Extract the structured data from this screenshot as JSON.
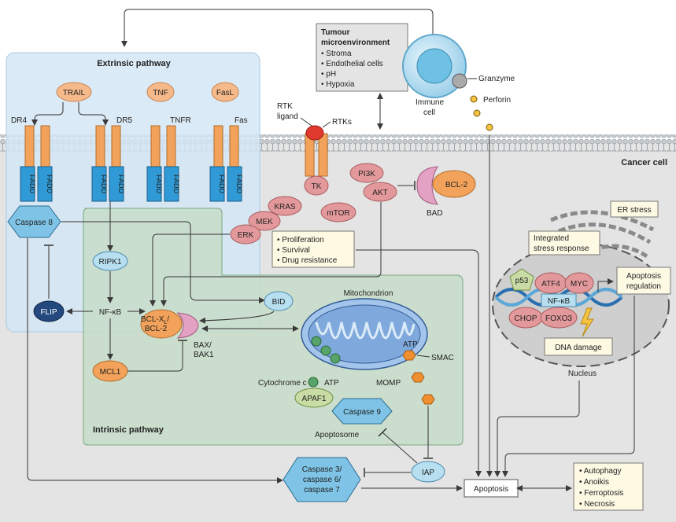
{
  "labels": {
    "cancer_cell": "Cancer cell",
    "extrinsic_pathway": "Extrinsic pathway",
    "intrinsic_pathway": "Intrinsic pathway",
    "trail": "TRAIL",
    "tnf": "TNF",
    "fasl": "FasL",
    "dr4": "DR4",
    "dr5": "DR5",
    "tnfr": "TNFR",
    "fas": "Fas",
    "fadd": "FADD",
    "caspase8": "Caspase 8",
    "ripk1": "RIPK1",
    "nfkb": "NF-κB",
    "flip": "FLIP",
    "mcl1": "MCL1",
    "bid": "BID",
    "bclx_line1": "BCL-X",
    "bclx_sub": "L",
    "bclx_line2": "BCL-2",
    "bax_line1": "BAX/",
    "bax_line2": "BAK1",
    "mitochondrion": "Mitochondrion",
    "atp": "ATP",
    "smac": "SMAC",
    "cytochrome_c": "Cytochrome c",
    "momp": "MOMP",
    "apaf1": "APAF1",
    "caspase9": "Caspase 9",
    "apoptosome": "Apoptosome",
    "iap": "IAP",
    "caspase_3_l1": "Caspase 3/",
    "caspase_3_l2": "caspase 6/",
    "caspase_3_l3": "caspase 7",
    "apoptosis": "Apoptosis",
    "rtk_ligand_l1": "RTK",
    "rtk_ligand_l2": "ligand",
    "rtks": "RTKs",
    "tk": "TK",
    "pi3k": "PI3K",
    "akt": "AKT",
    "bcl2": "BCL-2",
    "bad": "BAD",
    "kras": "KRAS",
    "mek": "MEK",
    "erk": "ERK",
    "mtor": "mTOR",
    "immune_cell_l1": "Immune",
    "immune_cell_l2": "cell",
    "granzyme": "Granzyme",
    "perforin": "Perforin",
    "er_stress": "ER stress",
    "isr_l1": "Integrated",
    "isr_l2": "stress response",
    "p53": "p53",
    "atf4": "ATF4",
    "myc": "MYC",
    "chop": "CHOP",
    "foxo3": "FOXO3",
    "dna_damage": "DNA damage",
    "nucleus": "Nucleus",
    "apoptosis_reg_l1": "Apoptosis",
    "apoptosis_reg_l2": "regulation"
  },
  "tumour_box": {
    "title_l1": "Tumour",
    "title_l2": "microenvironment",
    "items": [
      "Stroma",
      "Endothelial cells",
      "pH",
      "Hypoxia"
    ]
  },
  "outcomes_box": {
    "items": [
      "Proliferation",
      "Survival",
      "Drug resistance"
    ]
  },
  "death_box": {
    "items": [
      "Autophagy",
      "Anoikis",
      "Ferroptosis",
      "Necrosis"
    ]
  },
  "colors": {
    "membrane": "#9aa3a8",
    "cytoplasm": "#e4e4e4",
    "extrinsic_bg": "#d3e6f5",
    "intrinsic_bg": "#c7dcc8",
    "fadd": "#2f9ad6",
    "receptor": "#f2a25a",
    "ligand": "#f5b98a",
    "kinase": "#e3999b",
    "light_blue": "#b7dff0",
    "dark_blue": "#24497f",
    "yellow_box": "#fdf9e3",
    "mitochondrion": "#7fa9dd",
    "green_dot": "#57a36a",
    "smac": "#ef8f2f"
  }
}
